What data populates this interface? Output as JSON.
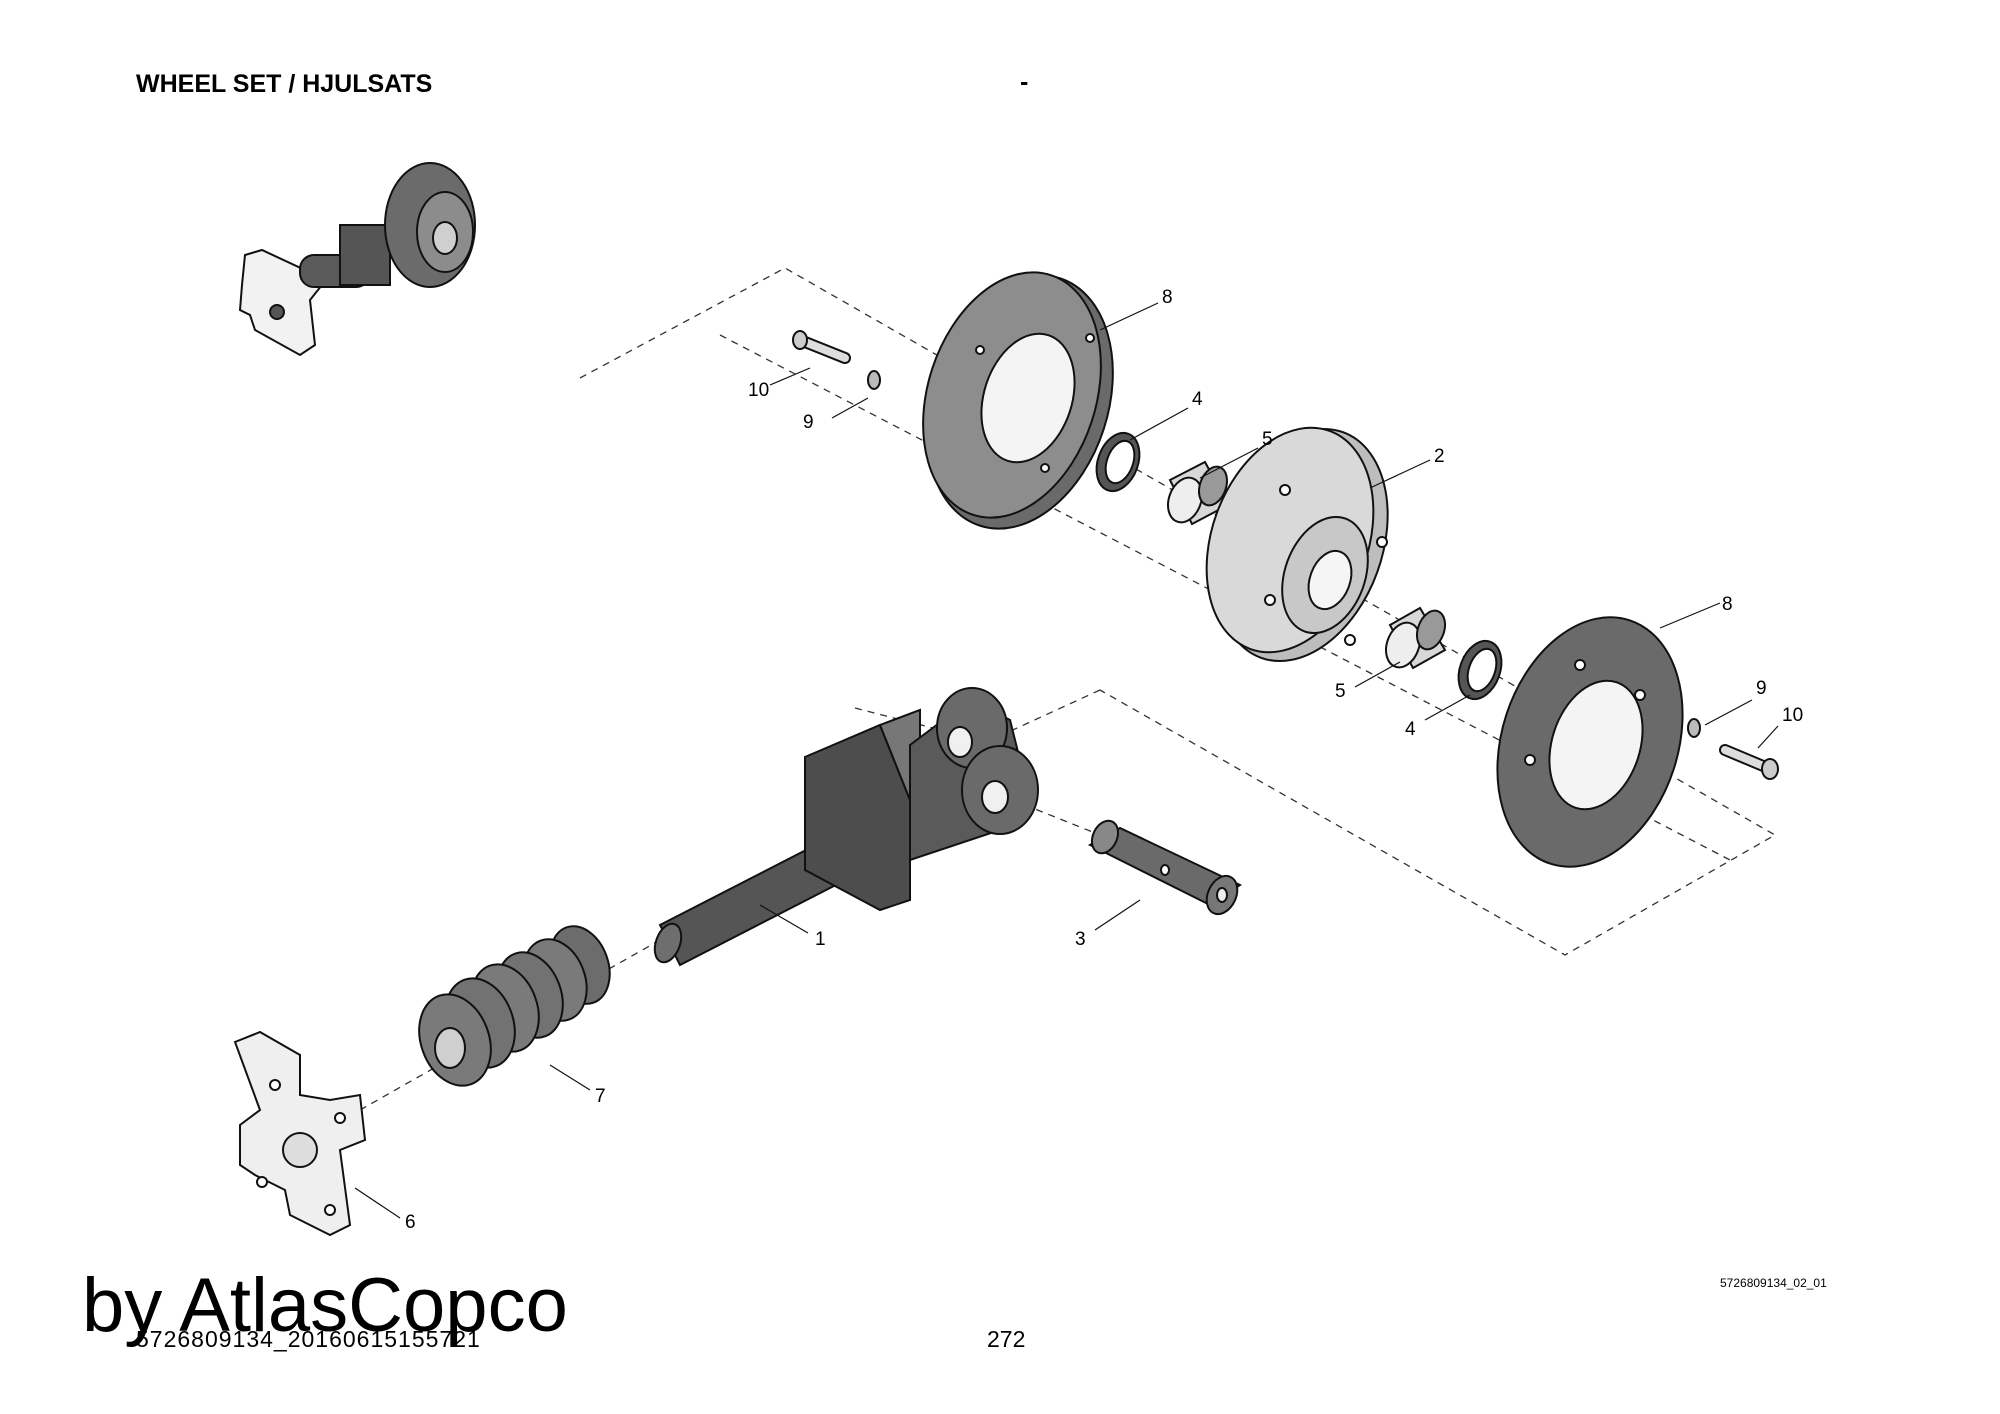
{
  "header": {
    "title": "WHEEL SET / HJULSATS",
    "center_mark": "-"
  },
  "footer": {
    "doc_id": "5726809134_20160615155721",
    "page_number": "272",
    "figure_ref": "5726809134_02_01"
  },
  "watermark": "by AtlasCopco",
  "callouts": [
    {
      "id": "c8a",
      "label": "8"
    },
    {
      "id": "c10a",
      "label": "10"
    },
    {
      "id": "c9a",
      "label": "9"
    },
    {
      "id": "c4a",
      "label": "4"
    },
    {
      "id": "c5a",
      "label": "5"
    },
    {
      "id": "c2",
      "label": "2"
    },
    {
      "id": "c8b",
      "label": "8"
    },
    {
      "id": "c5b",
      "label": "5"
    },
    {
      "id": "c4b",
      "label": "4"
    },
    {
      "id": "c9b",
      "label": "9"
    },
    {
      "id": "c10b",
      "label": "10"
    },
    {
      "id": "c1",
      "label": "1"
    },
    {
      "id": "c3",
      "label": "3"
    },
    {
      "id": "c7",
      "label": "7"
    },
    {
      "id": "c6",
      "label": "6"
    }
  ],
  "colors": {
    "dark_part": "#5a5a5a",
    "mid_part": "#8c8c8c",
    "light_part": "#d8d8d8",
    "outline": "#111111"
  }
}
